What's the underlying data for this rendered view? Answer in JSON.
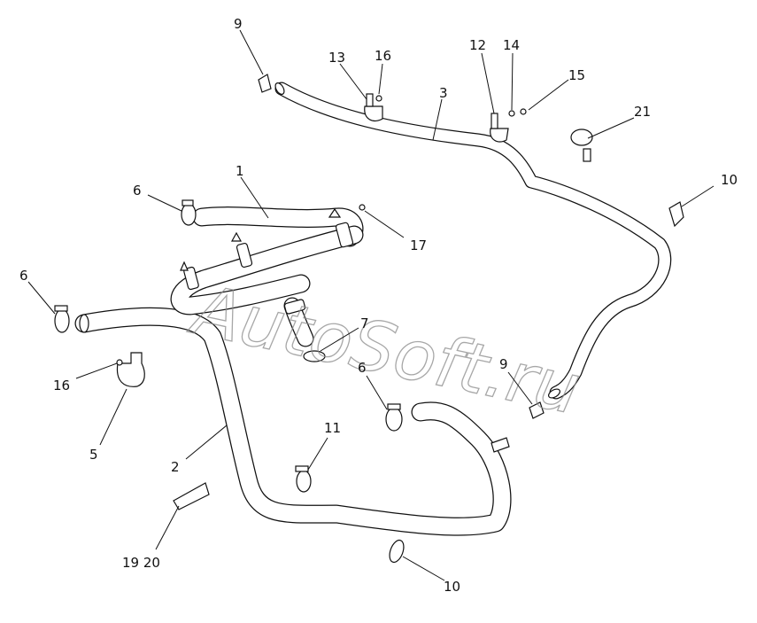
{
  "watermark": "AutoSoft.ru",
  "callouts": [
    "1",
    "2",
    "3",
    "5",
    "6",
    "6",
    "6",
    "7",
    "9",
    "9",
    "10",
    "10",
    "11",
    "12",
    "13",
    "14",
    "15",
    "16",
    "16",
    "17",
    "19 20",
    "21"
  ]
}
